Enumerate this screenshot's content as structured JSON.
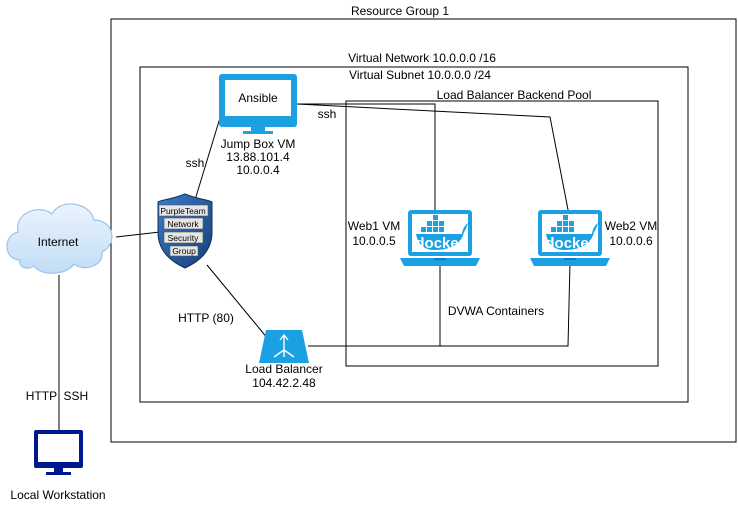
{
  "boundaries": {
    "resource_group": "Resource Group 1",
    "virtual_network": "Virtual Network 10.0.0.0 /16",
    "virtual_subnet": "Virtual Subnet 10.0.0.0 /24",
    "backend_pool": "Load Balancer Backend Pool"
  },
  "nodes": {
    "internet": {
      "label": "Internet"
    },
    "jumpbox": {
      "screen_label": "Ansible",
      "name": "Jump Box VM",
      "public_ip": "13.88.101.4",
      "private_ip": "10.0.0.4"
    },
    "nsg": {
      "lines": [
        "PurpleTeam",
        "Network",
        "Security",
        "Group"
      ]
    },
    "web1": {
      "name": "Web1 VM",
      "ip": "10.0.0.5",
      "logo": "docker"
    },
    "web2": {
      "name": "Web2 VM",
      "ip": "10.0.0.6",
      "logo": "docker"
    },
    "load_balancer": {
      "name": "Load Balancer",
      "ip": "104.42.2.48"
    },
    "workstation": {
      "label": "Local Workstation"
    }
  },
  "edge_labels": {
    "ssh_nsg_jumpbox": "ssh",
    "ssh_jumpbox_web": "ssh",
    "http_nsg_lb": "HTTP (80)",
    "containers": "DVWA Containers",
    "workstation_internet": "HTTP  SSH"
  },
  "colors": {
    "accent": "#1BA1E2",
    "accent_dark": "#0F7DC2",
    "cloud": "#D4E8FA",
    "workstation": "#00188F",
    "nsg_dark": "#1E4E8C"
  }
}
